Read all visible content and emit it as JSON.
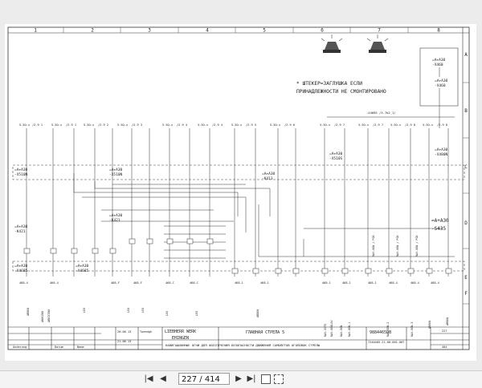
{
  "columns": [
    "1",
    "2",
    "3",
    "4",
    "5",
    "6",
    "7",
    "8"
  ],
  "rows": [
    "A",
    "B",
    "C",
    "D",
    "E",
    "F"
  ],
  "note": {
    "line1": "* ШТЕКЕР=ЗАГЛУШКА ЕСЛИ",
    "line2": "ПРИНАДЛЕЖНОСТИ НЕ СМОНТИРОВАНО"
  },
  "refs": {
    "a30_x510s": "=A+A30",
    "x510s": "-X510S",
    "a30_x510n": "=A+A30",
    "x510n": "-X510N",
    "a30_k421": "=A+A30",
    "k421": "-K421",
    "a30_k413": "=A+A30",
    "k413": "-K413",
    "a30_x4685": "=A+A30",
    "x4685": "-X4685",
    "a30_x480n": "=A+A30",
    "x480n": "-X480N",
    "a30_s435": "=A+A30",
    "s435": "-S435",
    "a30_x460": "=A+A30",
    "x460": "-X460"
  },
  "title_block": {
    "company1": "LIEBHERR WERK",
    "company2": "EHINGEN",
    "title1": "ГЛАВНАЯ СТРЕЛА 5",
    "title2": "НАВИГАЦИОННЫЕ ОГНИ ДЛЯ ОБЕСПЕЧЕНИЯ БЕЗОПАСНОСТИ ДВИЖЕНИЯ САМОЛЕТОВ ОГОЛОВОК СТРЕЛЫ",
    "drawing_no": "9884465DB",
    "drawing_sub": "7240405.21.00.001-007",
    "date1": "20.06.13",
    "name1": "Tweedgh",
    "date2": "21.06.13",
    "change_label": "Änderung",
    "datum_label": "Datum",
    "name_label": "Name",
    "sheet_no": "227",
    "sheet_total": "404"
  },
  "viewer": {
    "page_field": "227 / 414"
  }
}
